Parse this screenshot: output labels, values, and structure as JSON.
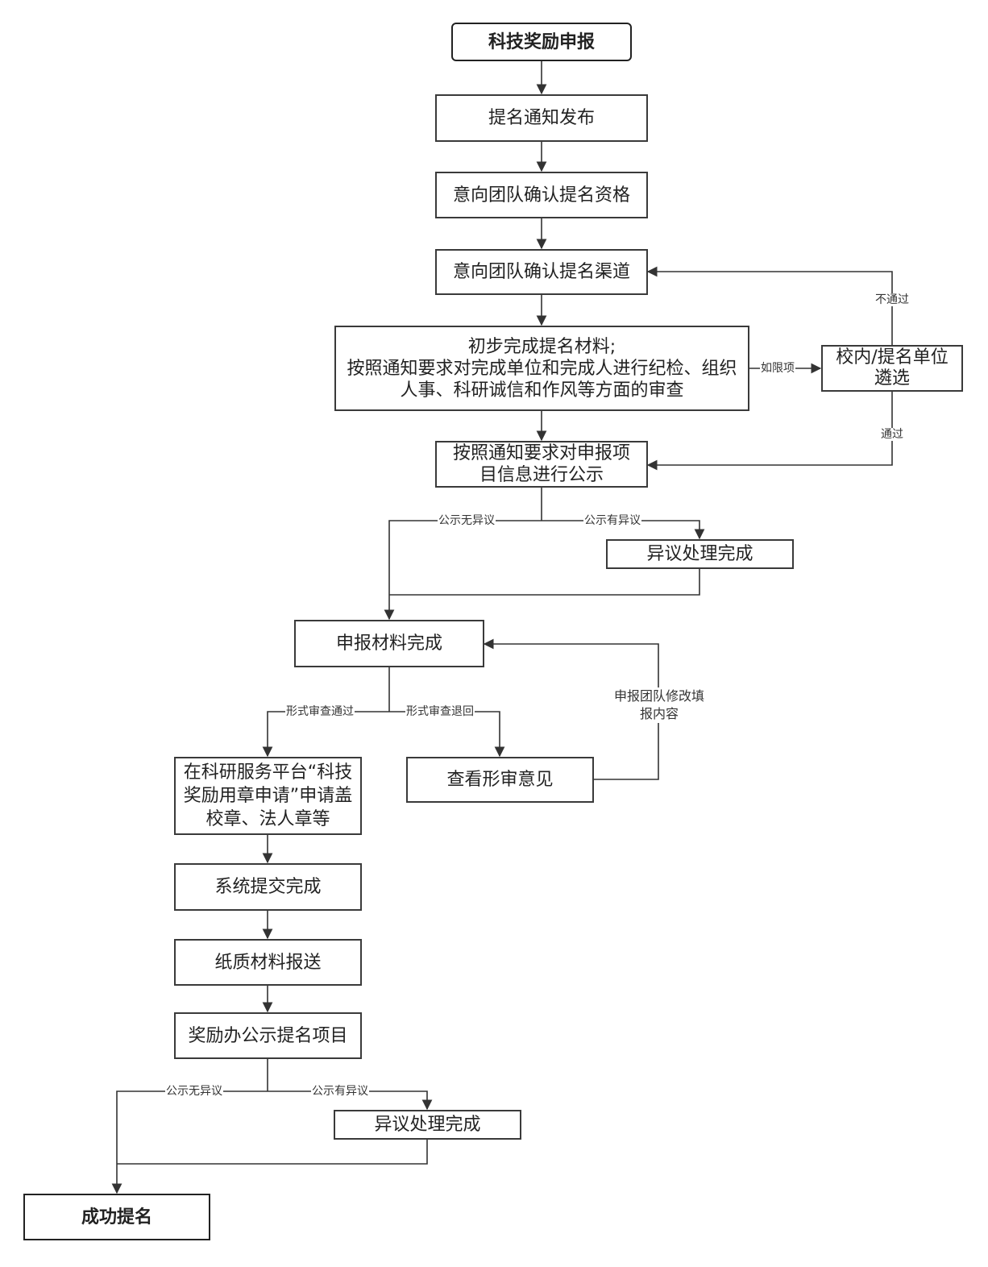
{
  "nodes": {
    "start": "科技奖励申报",
    "notice": "提名通知发布",
    "qualify": "意向团队确认提名资格",
    "channel": "意向团队确认提名渠道",
    "materials": "初步完成提名材料;\n按照通知要求对完成单位和完成人进行纪检、组织人事、科研诚信和作风等方面的审查",
    "select": "校内/提名单位遴选",
    "publicize": "按照通知要求对申报项目信息进行公示",
    "objection1": "异议处理完成",
    "complete": "申报材料完成",
    "review": "查看形审意见",
    "seal": "在科研服务平台“科技奖励用章申请”申请盖校章、法人章等",
    "submit": "系统提交完成",
    "paper": "纸质材料报送",
    "office": "奖励办公示提名项目",
    "objection2": "异议处理完成",
    "success": "成功提名"
  },
  "edge_labels": {
    "limit": "如限项",
    "fail": "不通过",
    "pass": "通过",
    "no_objection_1": "公示无异议",
    "objection_1": "公示有异议",
    "form_pass": "形式审查通过",
    "form_return": "形式审查退回",
    "modify": "申报团队修改填报内容",
    "no_objection_2": "公示无异议",
    "objection_2": "公示有异议"
  }
}
